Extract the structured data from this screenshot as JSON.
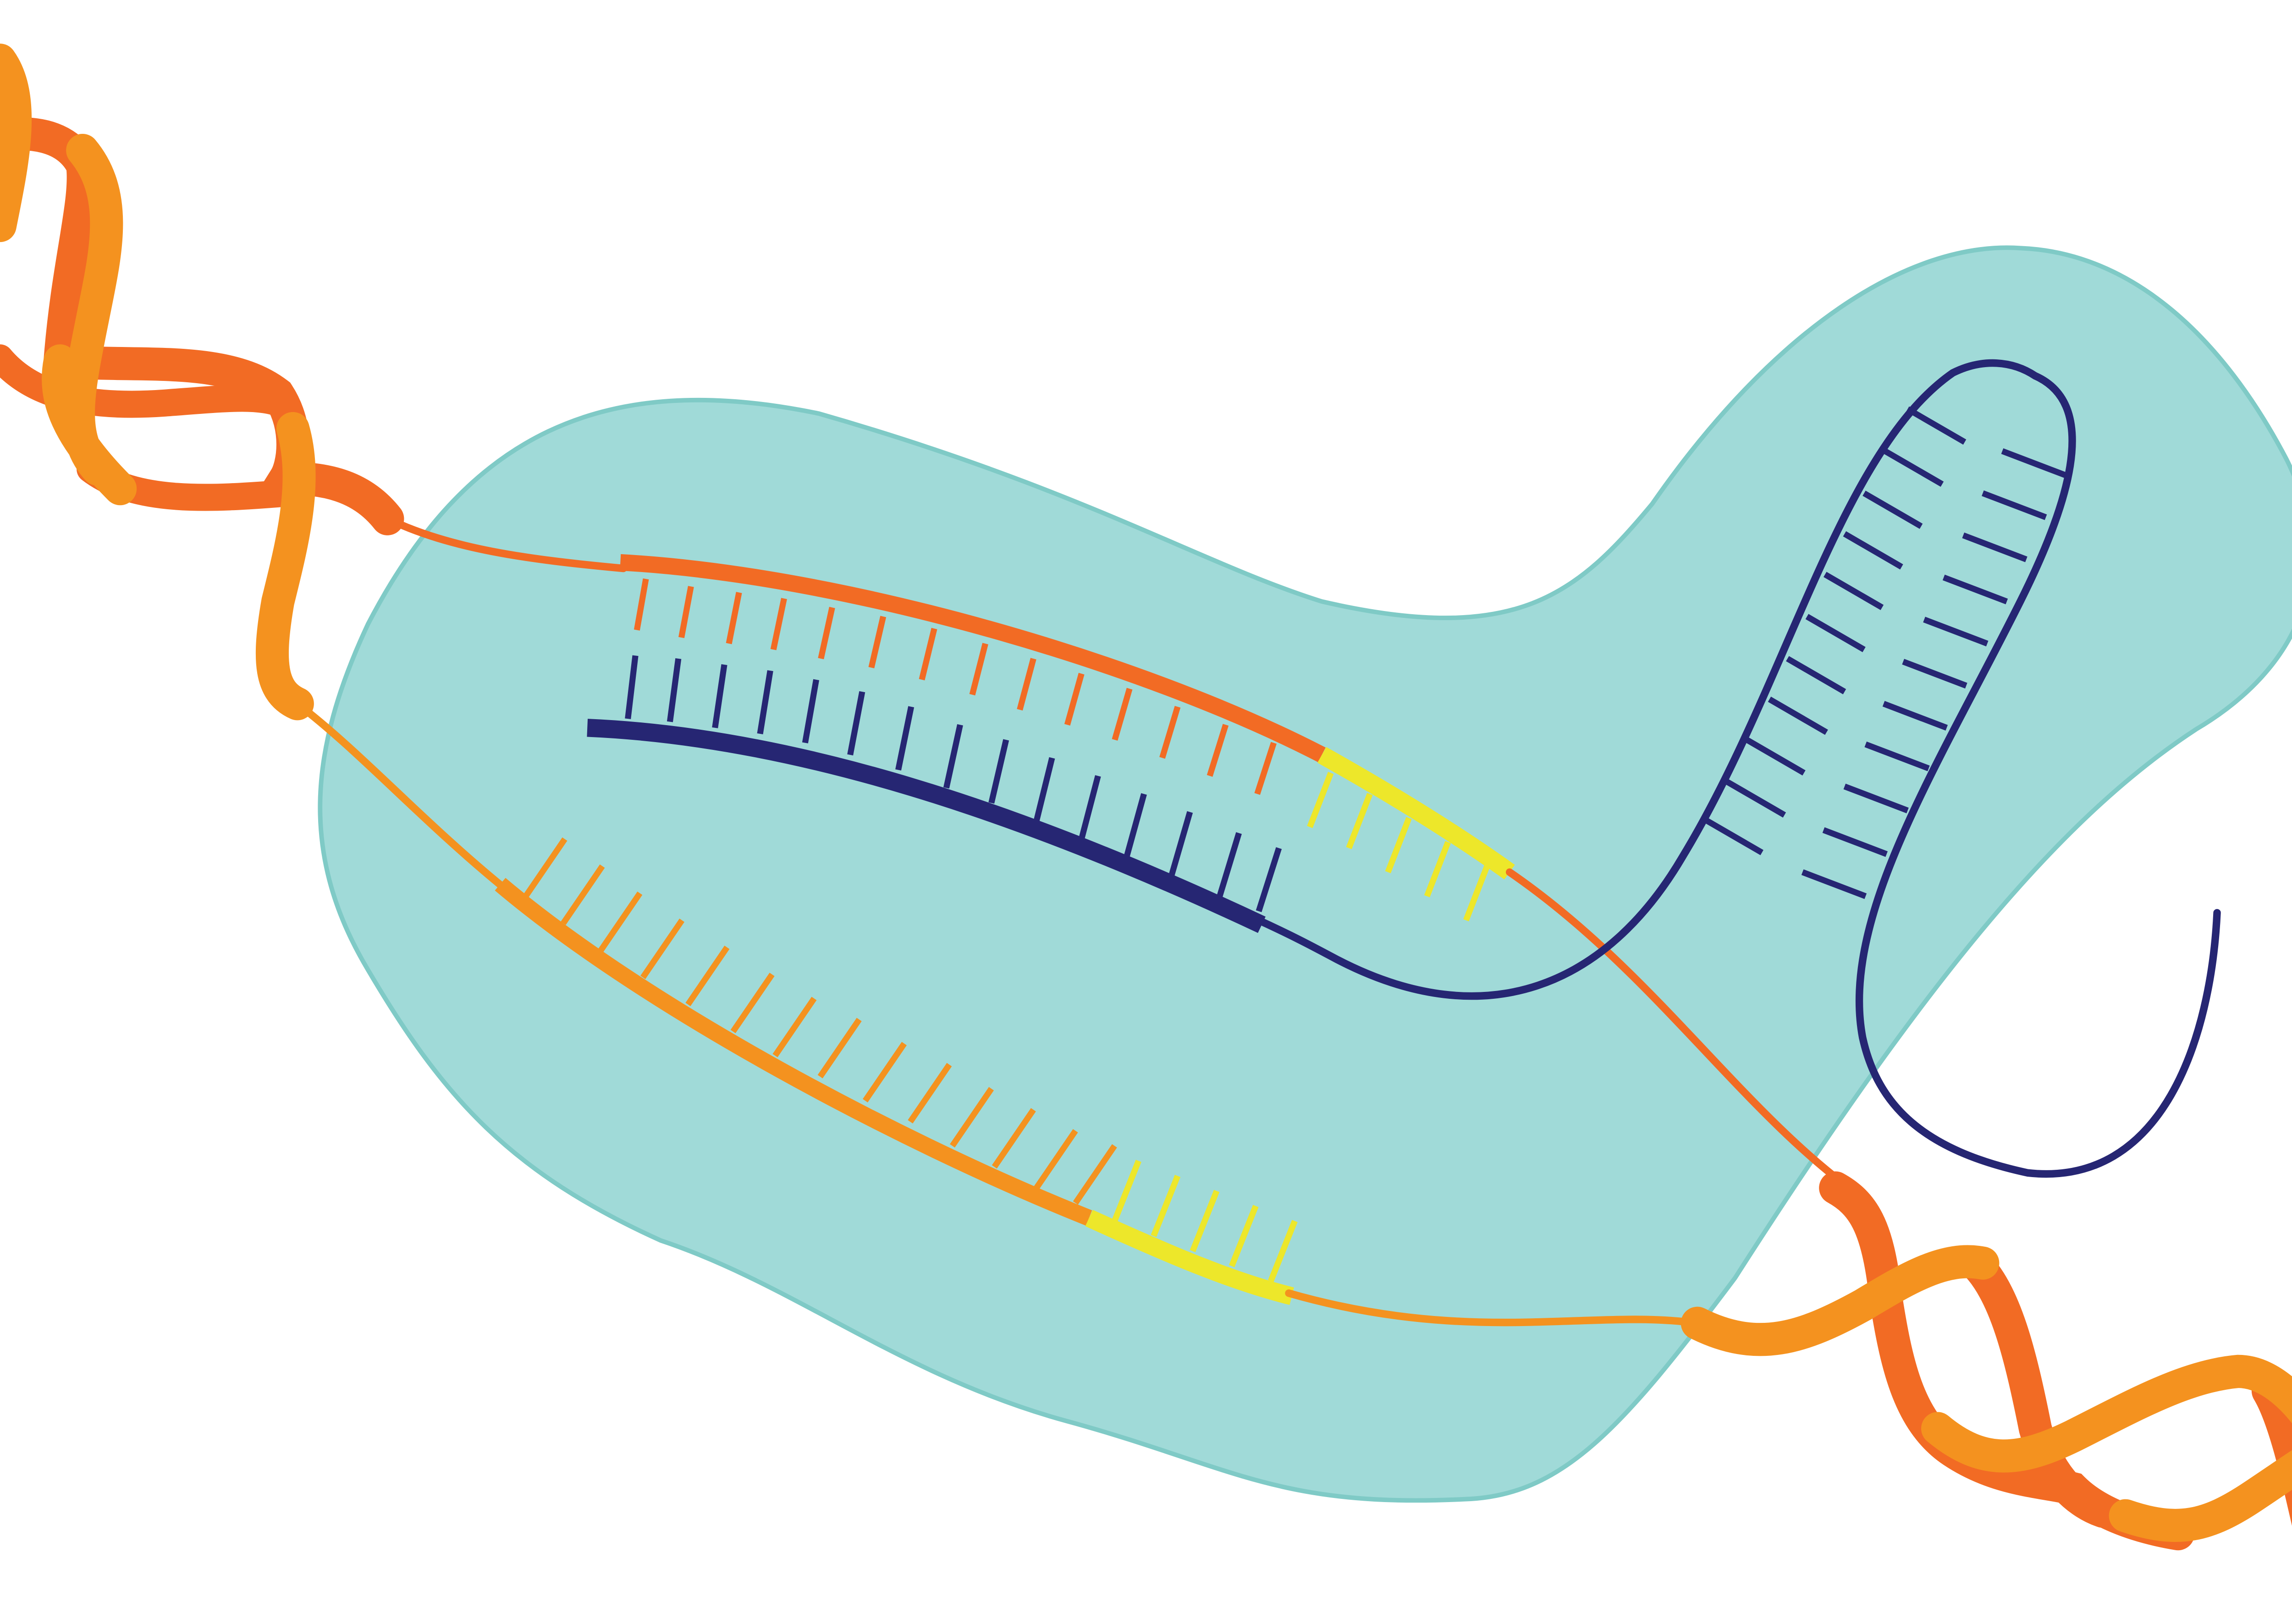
{
  "diagram": {
    "kind": "CRISPR-Cas9 DNA targeting illustration",
    "labels": []
  },
  "colors": {
    "background": "#ffffff",
    "protein_fill": "#a0dad8",
    "protein_outline": "#7fcac6",
    "dna_strand_dark": "#f26b24",
    "dna_strand_light": "#f4921f",
    "pam_highlight": "#ede72a",
    "guide_rna": "#262673"
  },
  "icons": [
    "cas9-protein-blob",
    "dna-double-helix-left",
    "dna-double-helix-right",
    "guide-rna-hairpin"
  ]
}
